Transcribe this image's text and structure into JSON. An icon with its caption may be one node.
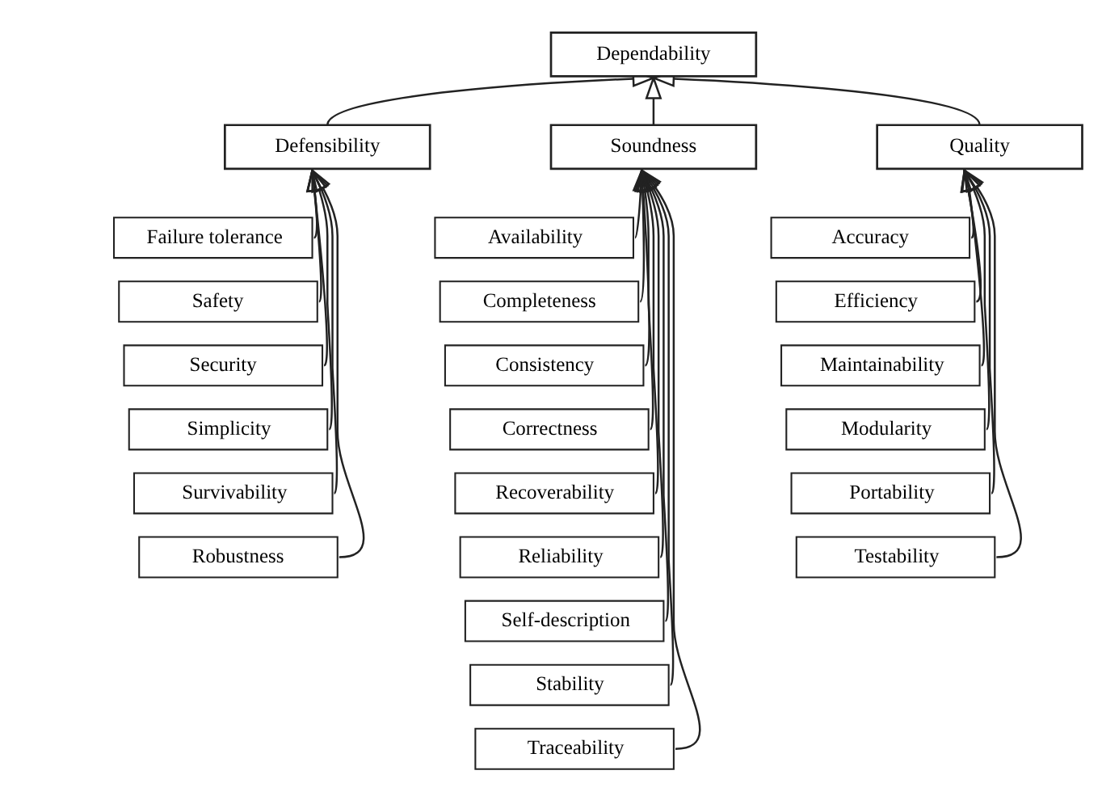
{
  "diagram": {
    "nodes": [
      {
        "text": [
          "Dependability"
        ]
      },
      {
        "text": [
          "Defensibility"
        ]
      },
      {
        "text": [
          "Soundness"
        ]
      },
      {
        "text": [
          "Quality"
        ]
      },
      {
        "text": [
          "Failure tolerance"
        ]
      },
      {
        "text": [
          "Safety"
        ]
      },
      {
        "text": [
          "Security"
        ]
      },
      {
        "text": [
          "Simplicity"
        ]
      },
      {
        "text": [
          "Survivability"
        ]
      },
      {
        "text": [
          "Robustness"
        ]
      },
      {
        "text": [
          "Availability"
        ]
      },
      {
        "text": [
          "Completeness"
        ]
      },
      {
        "text": [
          "Consistency"
        ]
      },
      {
        "text": [
          "Correctness"
        ]
      },
      {
        "text": [
          "Recoverability"
        ]
      },
      {
        "text": [
          "Reliability"
        ]
      },
      {
        "text": [
          "Self-description"
        ]
      },
      {
        "text": [
          "Stability"
        ]
      },
      {
        "text": [
          "Traceability"
        ]
      },
      {
        "text": [
          "Accuracy"
        ]
      },
      {
        "text": [
          "Efficiency"
        ]
      },
      {
        "text": [
          "Maintainability"
        ]
      },
      {
        "text": [
          "Modularity"
        ]
      },
      {
        "text": [
          "Portability"
        ]
      },
      {
        "text": [
          "Testability"
        ]
      }
    ],
    "edges": [
      {
        "from": 1,
        "to": 0,
        "arrow": "to"
      },
      {
        "from": 2,
        "to": 0,
        "arrow": "to"
      },
      {
        "from": 3,
        "to": 0,
        "arrow": "to"
      },
      {
        "from": 4,
        "to": 1,
        "arrow": "to"
      },
      {
        "from": 5,
        "to": 1,
        "arrow": "to"
      },
      {
        "from": 6,
        "to": 1,
        "arrow": "to"
      },
      {
        "from": 7,
        "to": 1,
        "arrow": "to"
      },
      {
        "from": 8,
        "to": 1,
        "arrow": "to"
      },
      {
        "from": 9,
        "to": 1,
        "arrow": "to"
      },
      {
        "from": 10,
        "to": 2,
        "arrow": "to"
      },
      {
        "from": 11,
        "to": 2,
        "arrow": "to"
      },
      {
        "from": 12,
        "to": 2,
        "arrow": "to"
      },
      {
        "from": 13,
        "to": 2,
        "arrow": "to"
      },
      {
        "from": 14,
        "to": 2,
        "arrow": "to"
      },
      {
        "from": 15,
        "to": 2,
        "arrow": "to"
      },
      {
        "from": 16,
        "to": 2,
        "arrow": "to"
      },
      {
        "from": 17,
        "to": 2,
        "arrow": "to"
      },
      {
        "from": 18,
        "to": 2,
        "arrow": "to"
      },
      {
        "from": 19,
        "to": 3,
        "arrow": "to"
      },
      {
        "from": 20,
        "to": 3,
        "arrow": "to"
      },
      {
        "from": 21,
        "to": 3,
        "arrow": "to"
      },
      {
        "from": 22,
        "to": 3,
        "arrow": "to"
      },
      {
        "from": 23,
        "to": 3,
        "arrow": "to"
      },
      {
        "from": 24,
        "to": 3,
        "arrow": "to"
      }
    ]
  }
}
